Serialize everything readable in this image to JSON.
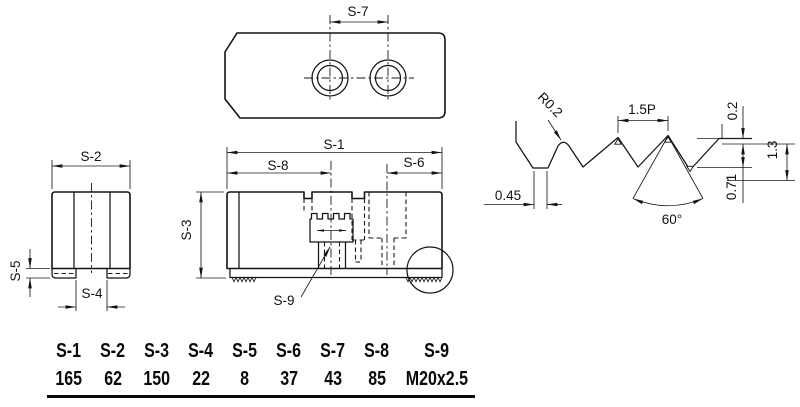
{
  "drawing": {
    "title": "chuck-soft-jaw-dimension-drawing",
    "line_color": "#141414",
    "background": "#ffffff"
  },
  "views": {
    "top": {
      "s7": "S-7"
    },
    "side": {
      "s2": "S-2",
      "s5": "S-5",
      "s4": "S-4"
    },
    "front": {
      "s1": "S-1",
      "s8": "S-8",
      "s6": "S-6",
      "s3": "S-3",
      "s9": "S-9"
    },
    "thread": {
      "radius": "R0.2",
      "pitch": "1.5P",
      "crest_flat": "0.2",
      "depth": "1.3",
      "flank": "0.71",
      "root_width": "0.45",
      "angle": "60°"
    }
  },
  "table": {
    "columns": [
      {
        "h": "S-1",
        "v": "165"
      },
      {
        "h": "S-2",
        "v": "62"
      },
      {
        "h": "S-3",
        "v": "150"
      },
      {
        "h": "S-4",
        "v": "22"
      },
      {
        "h": "S-5",
        "v": "8"
      },
      {
        "h": "S-6",
        "v": "37"
      },
      {
        "h": "S-7",
        "v": "43"
      },
      {
        "h": "S-8",
        "v": "85"
      },
      {
        "h": "S-9",
        "v": "M20x2.5"
      }
    ]
  }
}
